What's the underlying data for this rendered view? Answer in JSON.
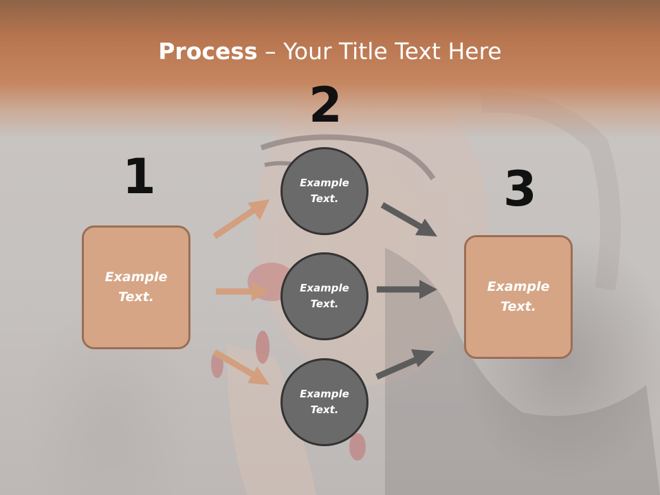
{
  "title": {
    "bold": "Process",
    "separator": " – ",
    "rest": "Your Title Text Here"
  },
  "steps": [
    {
      "number": "1",
      "text": "Example\nText."
    },
    {
      "number": "2",
      "items": [
        "Example\nText.",
        "Example\nText.",
        "Example\nText."
      ]
    },
    {
      "number": "3",
      "text": "Example\nText."
    }
  ],
  "colors": {
    "box_fill": "#d6a585",
    "box_border": "#9a6e55",
    "circle_fill": "#6a6a6a",
    "circle_border": "#333333",
    "arrow_left": "#d39f7f",
    "arrow_right": "#5c5c5c"
  }
}
